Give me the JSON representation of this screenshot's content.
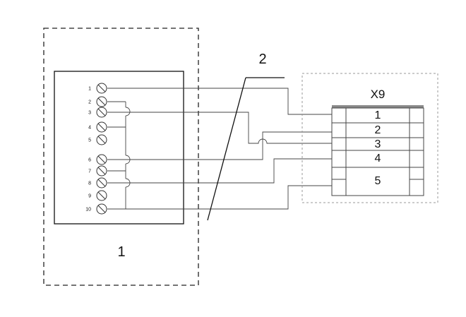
{
  "device": {
    "label": "1",
    "terminals": [
      "1",
      "2",
      "3",
      "4",
      "5",
      "6",
      "7",
      "8",
      "9",
      "10"
    ]
  },
  "cable": {
    "label": "2"
  },
  "connector": {
    "title": "X9",
    "pins": [
      "1",
      "2",
      "3",
      "4",
      "5"
    ]
  }
}
